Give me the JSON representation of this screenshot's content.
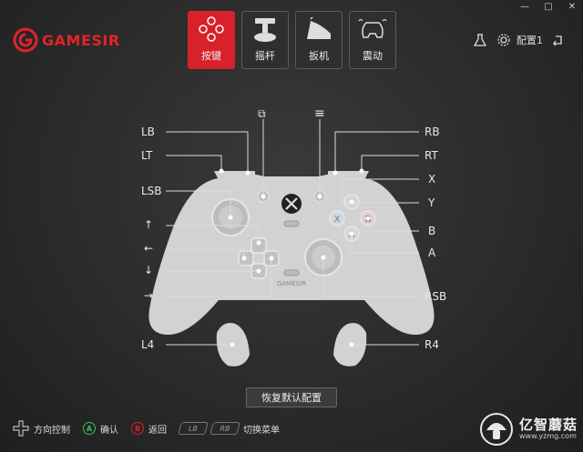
{
  "window": {
    "minimize": "—",
    "maximize": "□",
    "close": "✕"
  },
  "brand": {
    "name": "GAMESIR",
    "color": "#e0242b"
  },
  "tabs": [
    {
      "label": "按键",
      "icon": "dpad-icon",
      "active": true
    },
    {
      "label": "摇杆",
      "icon": "joystick-icon",
      "active": false
    },
    {
      "label": "扳机",
      "icon": "trigger-icon",
      "active": false
    },
    {
      "label": "震动",
      "icon": "vibration-icon",
      "active": false
    }
  ],
  "topbar": {
    "profile_label": "配置1"
  },
  "labels": {
    "LB": "LB",
    "LT": "LT",
    "LSB": "LSB",
    "up": "↑",
    "left": "←",
    "down": "↓",
    "right": "→",
    "L4": "L4",
    "RB": "RB",
    "RT": "RT",
    "X": "X",
    "Y": "Y",
    "B": "B",
    "A": "A",
    "RSB": "RSB",
    "R4": "R4",
    "view_icon": "⧉",
    "menu_icon": "≡"
  },
  "face_buttons": {
    "X": "X",
    "Y": "Y",
    "B": "B",
    "A": "A"
  },
  "controller_brand": "GAMESIR",
  "reset_button": "恢复默认配置",
  "footer": {
    "dpad_label": "方向控制",
    "confirm_key": "A",
    "confirm_label": "确认",
    "back_key": "B",
    "back_label": "返回",
    "lb_key": "LB",
    "rb_key": "RB",
    "switch_label": "切换菜单"
  },
  "watermark": {
    "name": "亿智蘑菇",
    "url": "www.yzmg.com"
  },
  "colors": {
    "accent": "#d8212a",
    "x": "#3a8fd8",
    "y": "#e0c23a",
    "b": "#d8212a",
    "a": "#3bbf5a"
  }
}
